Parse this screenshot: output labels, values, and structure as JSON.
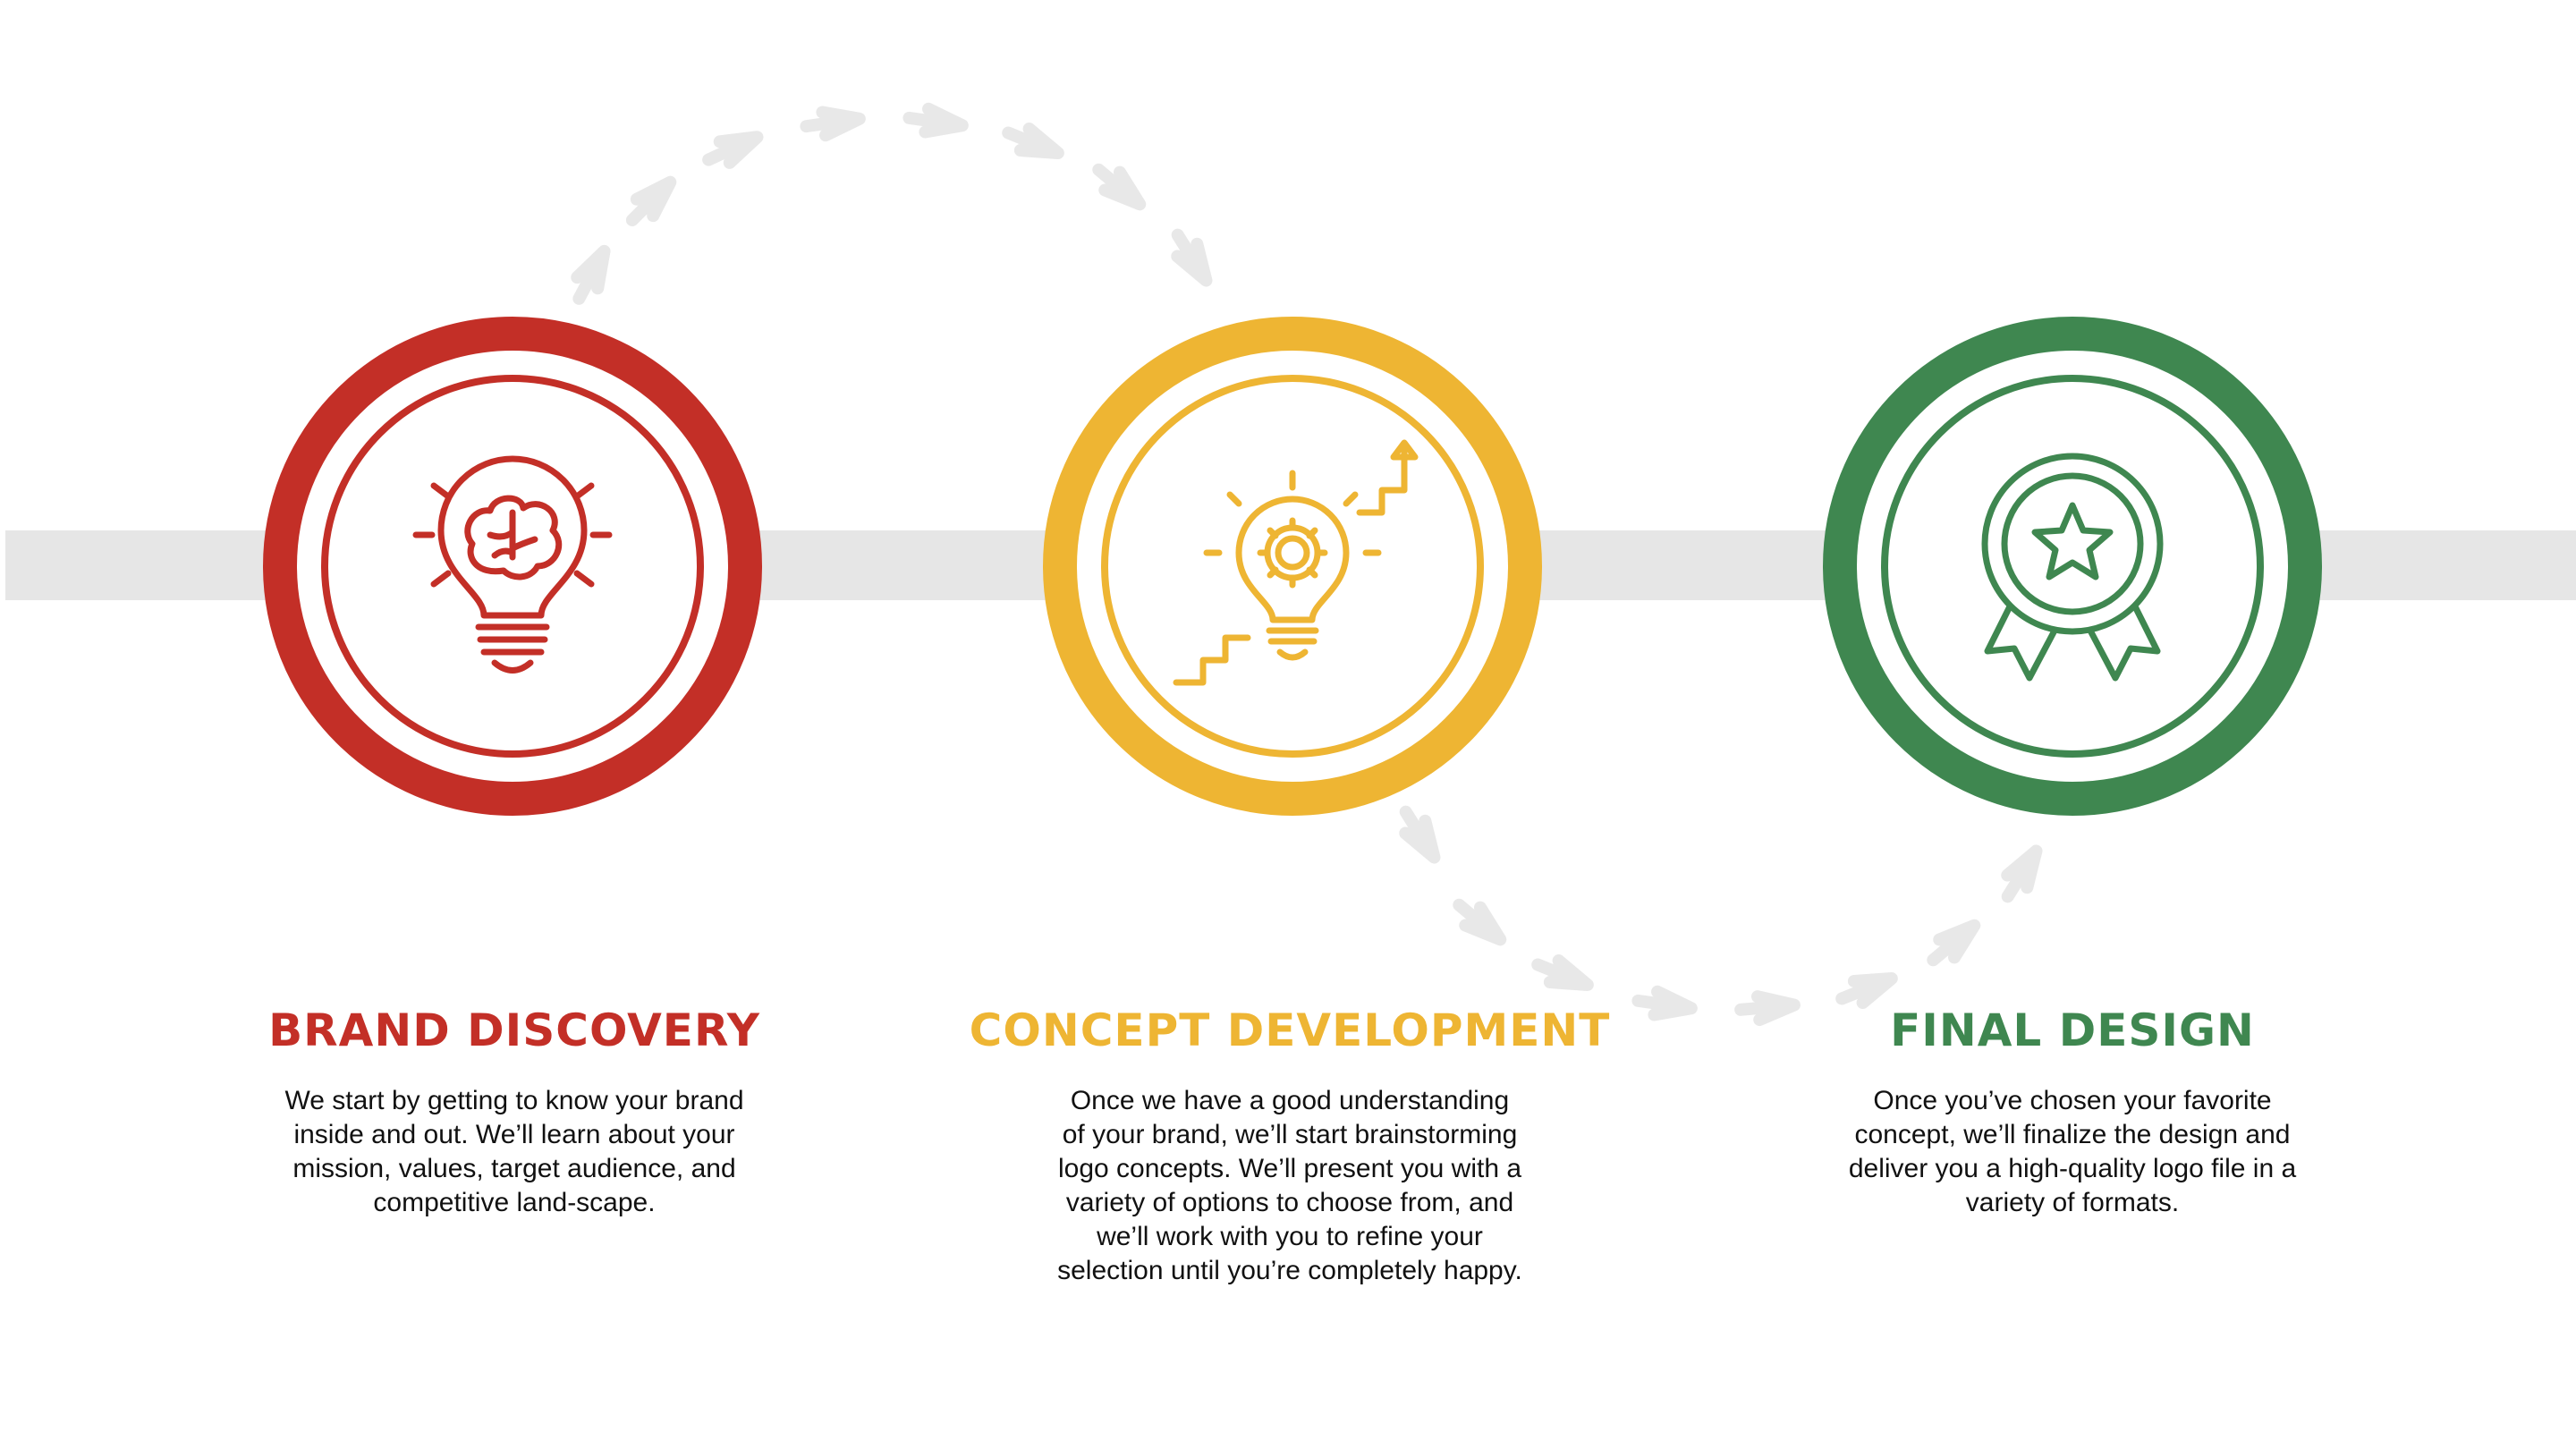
{
  "colors": {
    "track": "#e6e6e6",
    "arrows": "#e8e8e8",
    "red": "#c32f27",
    "yellow": "#eeb533",
    "green": "#3f8750"
  },
  "steps": [
    {
      "title": "BRAND DISCOVERY",
      "description": "We start by getting to know your brand inside and out. We’ll learn about your mission, values, target audience, and competitive land-scape.",
      "color": "#c32f27",
      "icon": "lightbulb-brain-icon"
    },
    {
      "title": "CONCEPT DEVELOPMENT",
      "description": "Once we have a good understanding of your brand, we’ll start brainstorming logo concepts. We’ll present you with a variety of options to choose from, and we’ll work with you to refine your selection until you’re completely happy.",
      "color": "#eeb533",
      "icon": "lightbulb-gear-growth-icon"
    },
    {
      "title": "FINAL DESIGN",
      "description": "Once you’ve chosen your favorite concept, we’ll finalize the design and deliver you a high-quality logo file in a variety of formats.",
      "color": "#3f8750",
      "icon": "award-ribbon-star-icon"
    }
  ]
}
